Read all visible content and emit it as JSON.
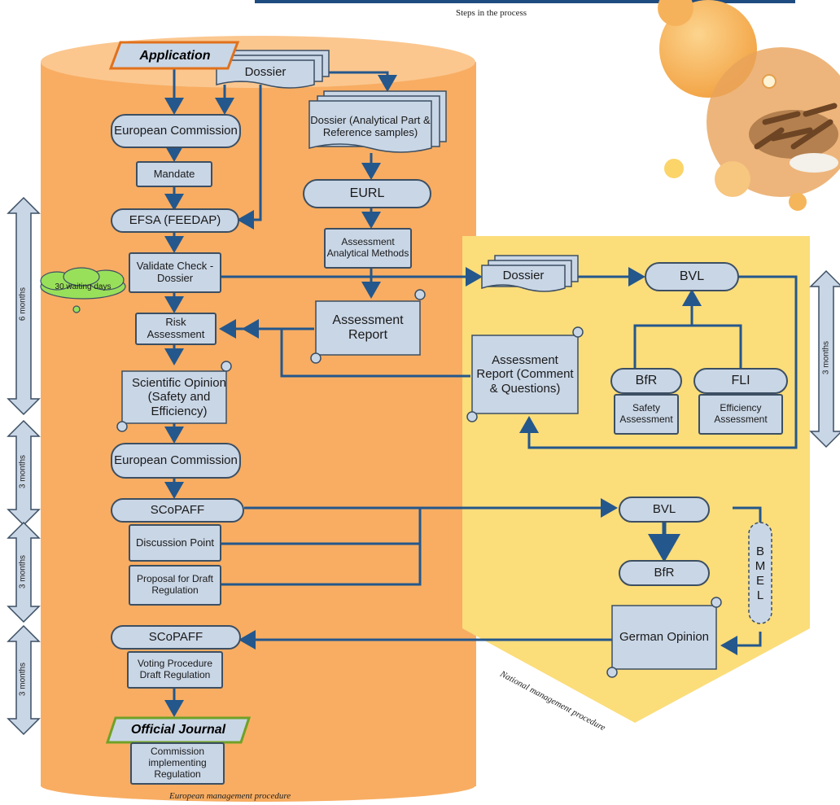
{
  "header": {
    "caption": "Steps in the process"
  },
  "european": {
    "application": "Application",
    "dossier": "Dossier",
    "european_commission": "European Commission",
    "mandate": "Mandate",
    "efsa": "EFSA (FEEDAP)",
    "validate": "Validate Check - Dossier",
    "waiting": "30 waiting days",
    "risk": "Risk Assessment",
    "scientific": "Scientific Opinion (Safety and Efficiency)",
    "european_commission_2": "European Commission",
    "scopaff_1": "SCoPAFF",
    "discussion": "Discussion Point",
    "proposal": "Proposal for Draft Regulation",
    "scopaff_2": "SCoPAFF",
    "voting": "Voting Procedure Draft Regulation",
    "official": "Official Journal",
    "commission_impl": "Commission implementing Regulation",
    "caption": "European management procedure"
  },
  "eurl_track": {
    "dossier_analytical": "Dossier (Analytical Part & Reference samples)",
    "eurl": "EURL",
    "assessment_methods": "Assessment Analytical Methods",
    "assessment_report": "Assessment Report"
  },
  "national": {
    "dossier": "Dossier",
    "bvl_1": "BVL",
    "assessment_report": "Assessment Report (Comment & Questions)",
    "bfr_1": "BfR",
    "safety": "Safety Assessment",
    "fli": "FLI",
    "efficiency": "Efficiency Assessment",
    "bvl_2": "BVL",
    "bfr_2": "BfR",
    "bmel": "B M E L",
    "german_opinion": "German Opinion",
    "caption": "National management procedure"
  },
  "timeline_left": [
    "6 months",
    "3 months",
    "3 months",
    "3 months"
  ],
  "timeline_right": [
    "3 months"
  ],
  "colors": {
    "cylinder": "#f8ad62",
    "national": "#fbdd7a",
    "box": "#c9d6e6",
    "arrow": "#24578c",
    "cloud": "#99e05a"
  }
}
